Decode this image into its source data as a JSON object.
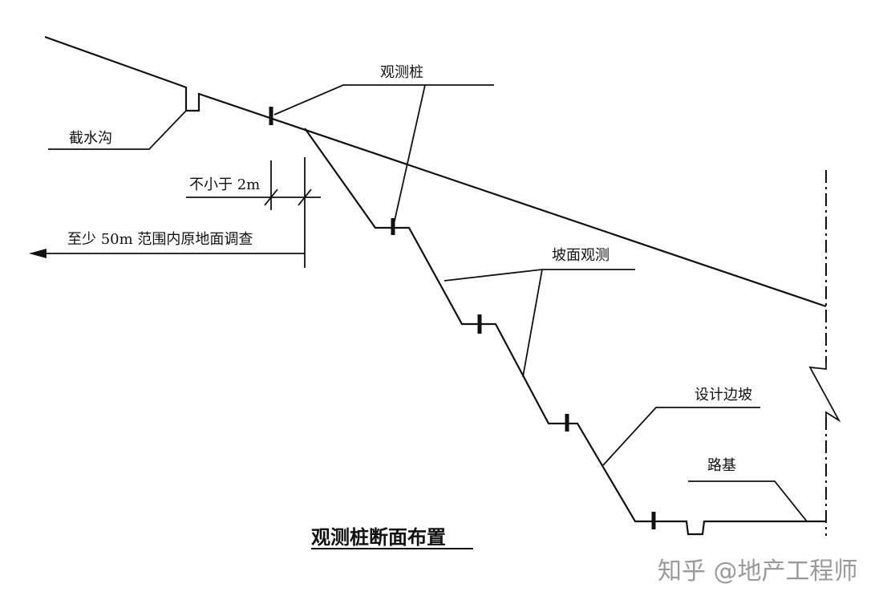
{
  "labels": {
    "stake": "观测桩",
    "ditch": "截水沟",
    "min_distance": "不小于 2m",
    "survey_range": "至少 50m 范围内原地面调查",
    "slope_obs": "坡面观测",
    "design_slope": "设计边坡",
    "subgrade": "路基"
  },
  "title": "观测桩断面布置",
  "watermark": "知乎 @地产工程师"
}
